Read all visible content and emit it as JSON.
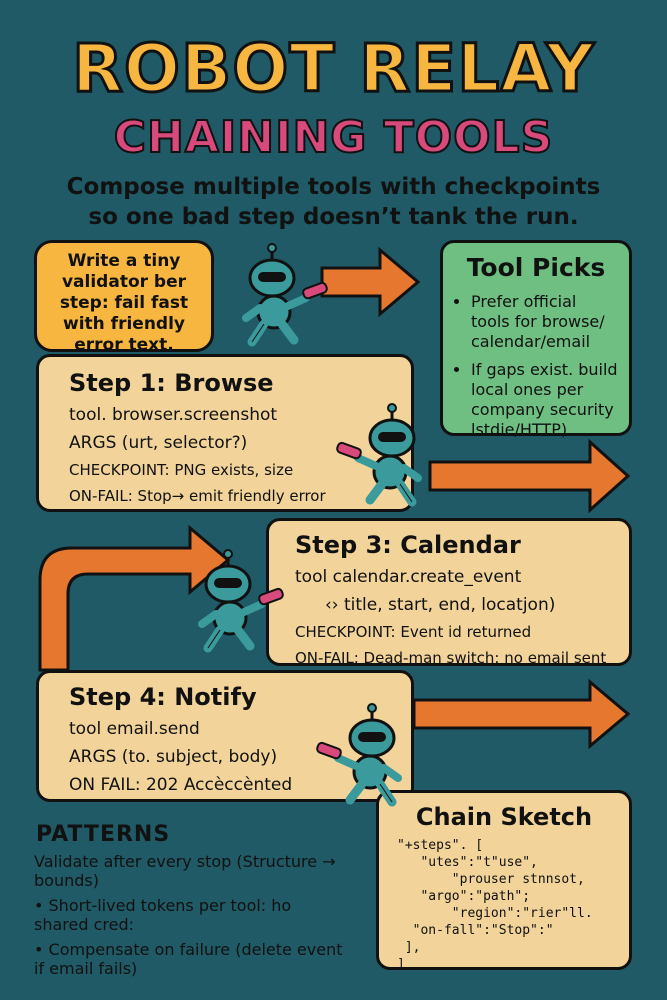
{
  "title": "ROBOT RELAY",
  "subtitle": "CHAINING TOOLS",
  "tagline_line1": "Compose multiple tools with checkpoints",
  "tagline_line2": "so one bad step doesn’t tank the run.",
  "bubble": [
    "Write a tiny",
    "validator ber",
    "step: fail fast",
    "with friendly",
    "error text."
  ],
  "tool_picks": {
    "title": "Tool Picks",
    "items": [
      "Prefer official tools for browse/ calendar/email",
      "If gaps exist. build local ones per company security lstdie/HTTP)"
    ]
  },
  "step1": {
    "title": "Step 1: Browse",
    "tool": "tool. browser.screenshot",
    "args": "ARGS (urt, selector?)",
    "checkpoint": "CHECKPOINT:  PNG exists, size",
    "onfail": "ON-FAIL: Stop→ emit friendly error"
  },
  "step3": {
    "title": "Step 3: Calendar",
    "tool": "tool  calendar.create_event",
    "args": "‹› title, start, end, locatjon)",
    "checkpoint": "CHECKPOINT:  Event id returned",
    "onfail": "ON-FAIL: Dead-man switch: no email sent"
  },
  "step4": {
    "title": "Step 4: Notify",
    "tool": "tool  email.send",
    "args": "ARGS (to. subject, body)",
    "onfail": "ON FAIL:  202 Accèccènted"
  },
  "patterns": {
    "title": "PATTERNS",
    "items": [
      "Validate after every stop (Structure → bounds)",
      "• Short-lived tokens per tool: ho shared cred:",
      "• Compensate on failure (delete event if email   fails)"
    ]
  },
  "chain_sketch": {
    "title": "Chain Sketch",
    "code": "\"+steps\". [\n   \"utes\":\"t\"use\",\n       \"prouser stnnsot,\n   \"argo\":\"path\";\n       \"region\":\"rier\"ll.\n  \"on-fall\":\"Stop\":\"\n ],\n]"
  },
  "colors": {
    "background": "#1f5a66",
    "title": "#f6b640",
    "subtitle": "#d84a7b",
    "card": "#f2d49a",
    "tool_picks": "#6fbf82",
    "arrow": "#e6772e",
    "robot": "#3a9a9c"
  }
}
